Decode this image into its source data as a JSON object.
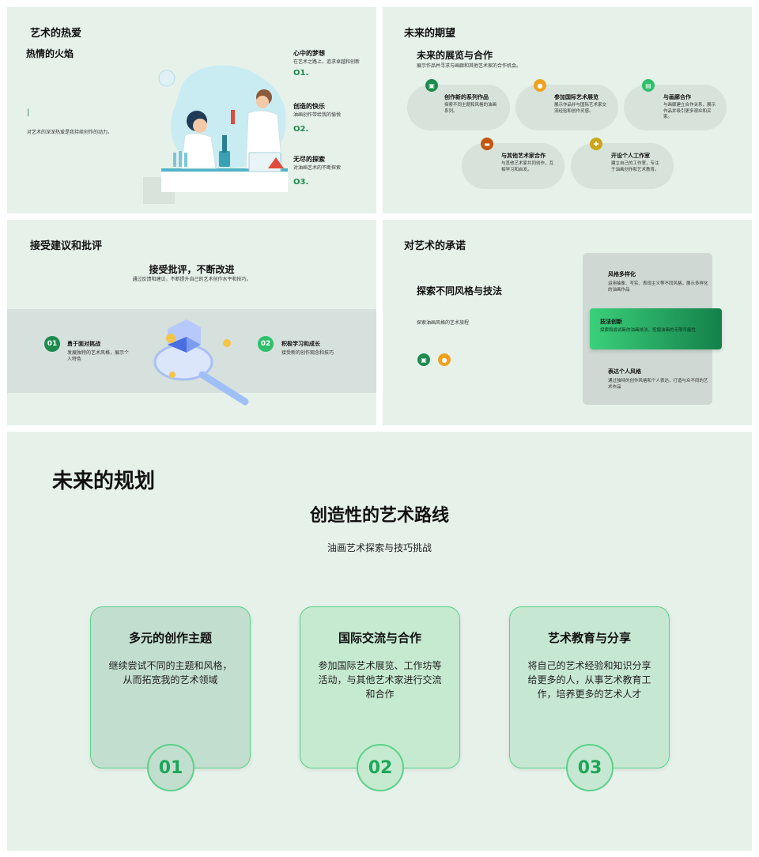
{
  "s1": {
    "title": "艺术的热爱",
    "subtitle": "热情的火焰",
    "marker": "|",
    "desc": "对艺术的深深热爱是我持续创作的动力。",
    "items": [
      {
        "num": "O1.",
        "label": "心中的梦想",
        "text": "在艺术之路上，追求卓越和创新"
      },
      {
        "num": "O2.",
        "label": "创造的快乐",
        "text": "油画创作带给我的愉悦"
      },
      {
        "num": "O3.",
        "label": "无尽的探索",
        "text": "对油画艺术的不断探索"
      }
    ]
  },
  "s2": {
    "title": "未来的期望",
    "subtitle": "未来的展览与合作",
    "desc": "展示作品并寻求与画廊和其他艺术家的合作机会。",
    "pills": [
      {
        "label": "创作新的系列作品",
        "text": "探索不同主题和风格的油画系列。",
        "icon": "palette-icon",
        "color": "#1d8a4e"
      },
      {
        "label": "参加国际艺术展览",
        "text": "展示作品并与国际艺术家交流经验和创作灵感。",
        "icon": "globe-icon",
        "color": "#f0a21f"
      },
      {
        "label": "与画廊合作",
        "text": "与画廊建立合作关系，展示作品并吸引更多观众和买家。",
        "icon": "gallery-icon",
        "color": "#2fbf6a"
      },
      {
        "label": "与其他艺术家合作",
        "text": "与其他艺术家共同创作，互相学习和启发。",
        "icon": "handshake-icon",
        "color": "#c2560e"
      },
      {
        "label": "开设个人工作室",
        "text": "建立自己的工作室，专注于油画创作和艺术教育。",
        "icon": "studio-icon",
        "color": "#c9a71a"
      }
    ]
  },
  "s3": {
    "title": "接受建议和批评",
    "subtitle": "接受批评，不断改进",
    "desc": "通过反馈和建议，不断提升自己的艺术创作水平和技巧。",
    "items": [
      {
        "num": "01",
        "label": "勇于面对挑战",
        "text": "发展独特的艺术风格，展示个人特色"
      },
      {
        "num": "02",
        "label": "积极学习和成长",
        "text": "接受新的创作观念和技巧"
      }
    ]
  },
  "s4": {
    "title": "对艺术的承诺",
    "subtitle": "探索不同风格与技法",
    "desc": "探索油画风格的艺术旅程",
    "items": [
      {
        "label": "风格多样化",
        "text": "运用抽象、写实、表现主义等不同风格，展示多样化的油画作品"
      },
      {
        "label": "技法创新",
        "text": "探索和尝试新的油画技法，挖掘油画的无限可能性"
      },
      {
        "label": "表达个人风格",
        "text": "通过独特的创作风格和个人表达，打造与众不同的艺术作品"
      }
    ]
  },
  "s5": {
    "title": "未来的规划",
    "subtitle": "创造性的艺术路线",
    "desc": "油画艺术探索与技巧挑战",
    "cards": [
      {
        "num": "01",
        "title": "多元的创作主题",
        "text": "继续尝试不同的主题和风格，从而拓宽我的艺术领域",
        "bg": "#c2dece"
      },
      {
        "num": "02",
        "title": "国际交流与合作",
        "text": "参加国际艺术展览、工作坊等活动，与其他艺术家进行交流和合作",
        "bg": "#c5eacf"
      },
      {
        "num": "03",
        "title": "艺术教育与分享",
        "text": "将自己的艺术经验和知识分享给更多的人，从事艺术教育工作，培养更多的艺术人才",
        "bg": "#c6e7d2"
      }
    ]
  }
}
